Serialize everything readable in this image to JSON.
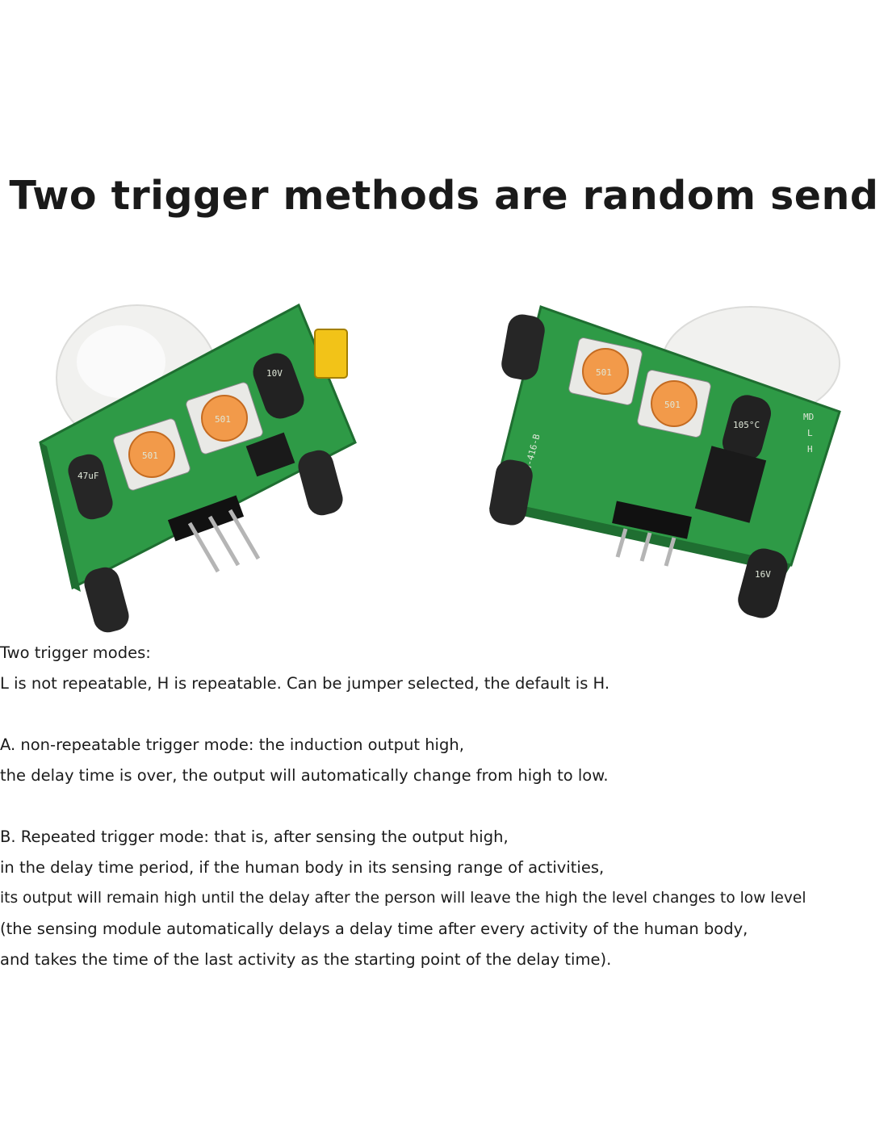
{
  "title": "Two trigger methods are random send",
  "images": [
    {
      "icon": "pir-sensor-module-photo",
      "silkscreen": {
        "pot_a": "501",
        "pot_b": "501",
        "cap_big": "10V",
        "cap_small": "47uF"
      }
    },
    {
      "icon": "pir-sensor-module-photo",
      "silkscreen": {
        "pot_a": "501",
        "pot_b": "501",
        "board_id": "HW-416-B",
        "cap_right": "16V",
        "cap_temp": "105°C",
        "jumper_h": "H",
        "jumper_l": "L",
        "jumper_md": "MD"
      }
    }
  ],
  "description": {
    "heading": "Two trigger modes:",
    "intro": "L is not repeatable, H is repeatable.  Can be jumper selected, the default is H.",
    "mode_a": [
      "A. non-repeatable trigger mode: the induction output high,",
      "the delay time is over, the output will automatically change from high to low."
    ],
    "mode_b": [
      "B. Repeated trigger mode: that is, after sensing the output high,",
      "in the delay time period, if the human body in its sensing range of activities,",
      "its output will remain high until the delay after the person will leave the high the level changes to low level",
      "(the sensing module automatically delays a delay time after every activity of the human body,",
      "and takes the time of the last activity as the starting point of the delay time)."
    ]
  },
  "colors": {
    "pcb": "#2e9a46",
    "pcb_dark": "#1f6e31",
    "dome": "#f2f2f0",
    "trimmer": "#f29a4a",
    "jumper": "#f2c318",
    "text": "#1b1b1b"
  }
}
